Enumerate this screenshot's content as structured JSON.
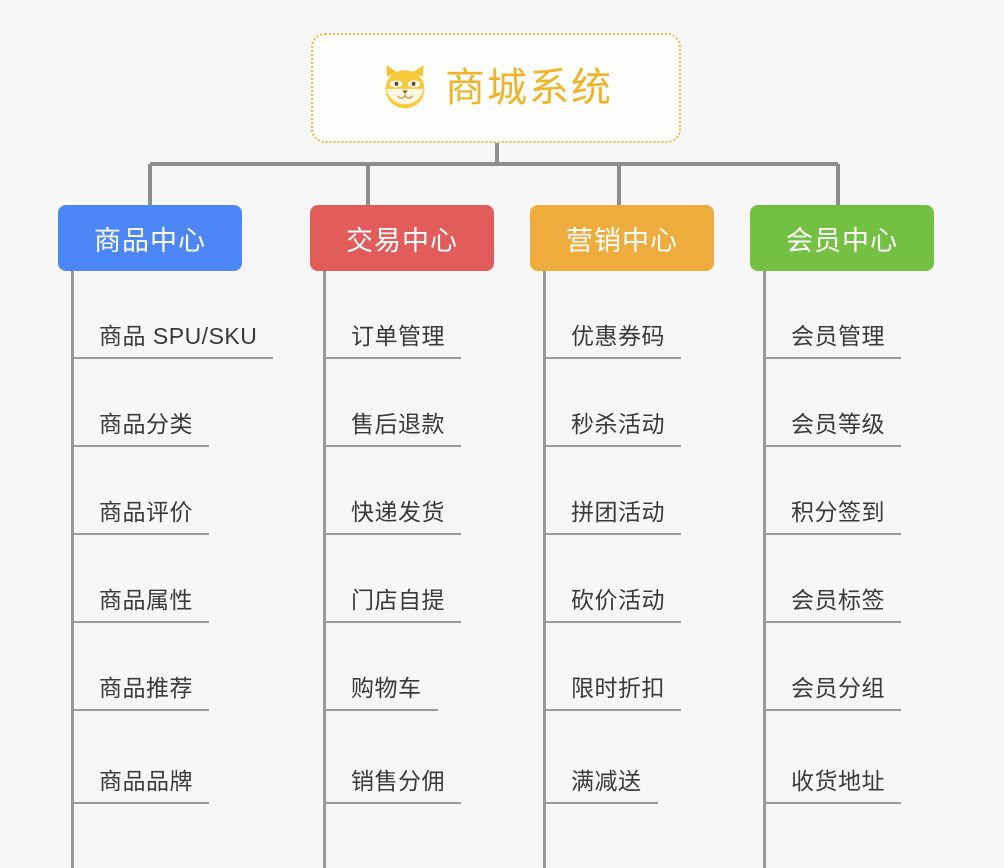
{
  "root": {
    "title": "商城系统",
    "icon": "shiba-dog-face-icon",
    "border_color": "#efb73d",
    "text_color": "#f0b429",
    "background": "#fdfdfc"
  },
  "canvas": {
    "background": "#f7f7f7",
    "connector_color": "#8d8d8d"
  },
  "branches": [
    {
      "label": "商品中心",
      "color": "#4d87f5",
      "items": [
        "商品 SPU/SKU",
        "商品分类",
        "商品评价",
        "商品属性",
        "商品推荐",
        "商品品牌"
      ]
    },
    {
      "label": "交易中心",
      "color": "#e25c5c",
      "items": [
        "订单管理",
        "售后退款",
        "快递发货",
        "门店自提",
        "购物车",
        "销售分佣"
      ]
    },
    {
      "label": "营销中心",
      "color": "#eeac3c",
      "items": [
        "优惠券码",
        "秒杀活动",
        "拼团活动",
        "砍价活动",
        "限时折扣",
        "满减送"
      ]
    },
    {
      "label": "会员中心",
      "color": "#74c042",
      "items": [
        "会员管理",
        "会员等级",
        "积分签到",
        "会员标签",
        "会员分组",
        "收货地址"
      ]
    }
  ]
}
